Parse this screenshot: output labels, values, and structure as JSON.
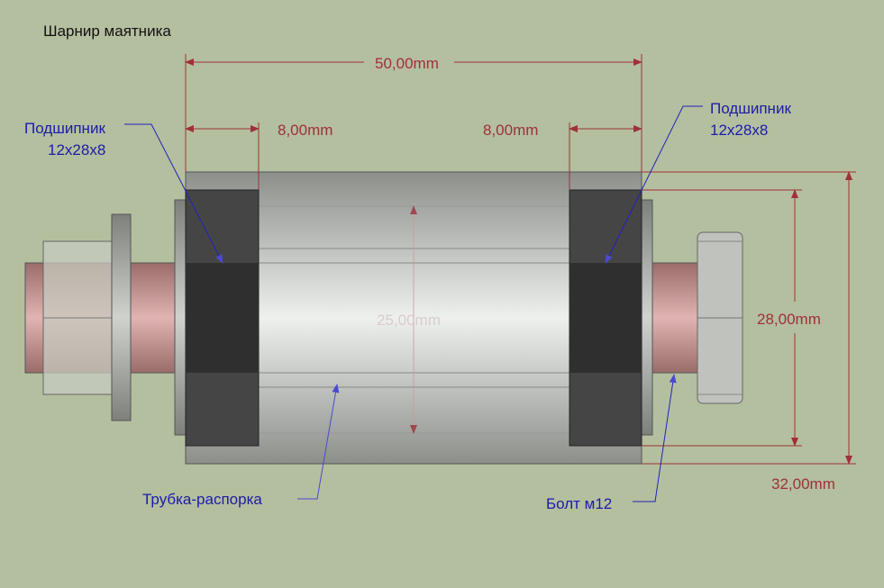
{
  "title": "Шарнир маятника",
  "dimensions": {
    "overall_length": "50,00mm",
    "left_bearing_width": "8,00mm",
    "right_bearing_width": "8,00mm",
    "tube_inner_diameter": "25,00mm",
    "bearing_outer_diameter": "28,00mm",
    "tube_outer_diameter": "32,00mm"
  },
  "callouts": {
    "left_bearing": {
      "line1": "Подшипник",
      "line2": "12x28x8"
    },
    "right_bearing": {
      "line1": "Подшипник",
      "line2": "12x28x8"
    },
    "spacer_tube": "Трубка-распорка",
    "bolt": "Болт м12"
  },
  "colors": {
    "background": "#b4bf9f",
    "dimension": "#a0303a",
    "callout_text": "#1c1ca8",
    "callout_leader": "#2222bb",
    "bolt": "#c89896",
    "bearing": "#3a3a3a"
  }
}
